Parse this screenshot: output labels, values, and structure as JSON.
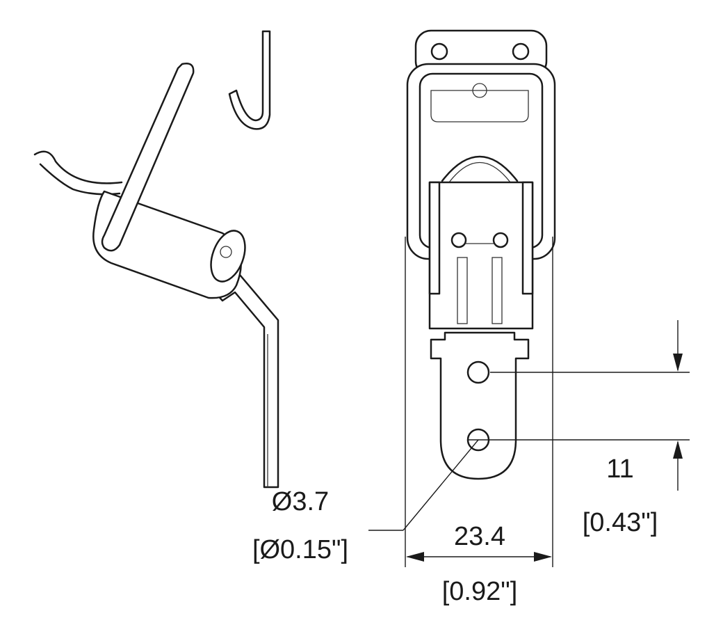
{
  "dimensions": {
    "hole_diameter": {
      "metric": "Ø3.7",
      "imperial": "[Ø0.15\"]"
    },
    "width": {
      "metric": "23.4",
      "imperial": "[0.92\"]"
    },
    "hole_spacing": {
      "metric": "11",
      "imperial": "[0.43\"]"
    }
  }
}
